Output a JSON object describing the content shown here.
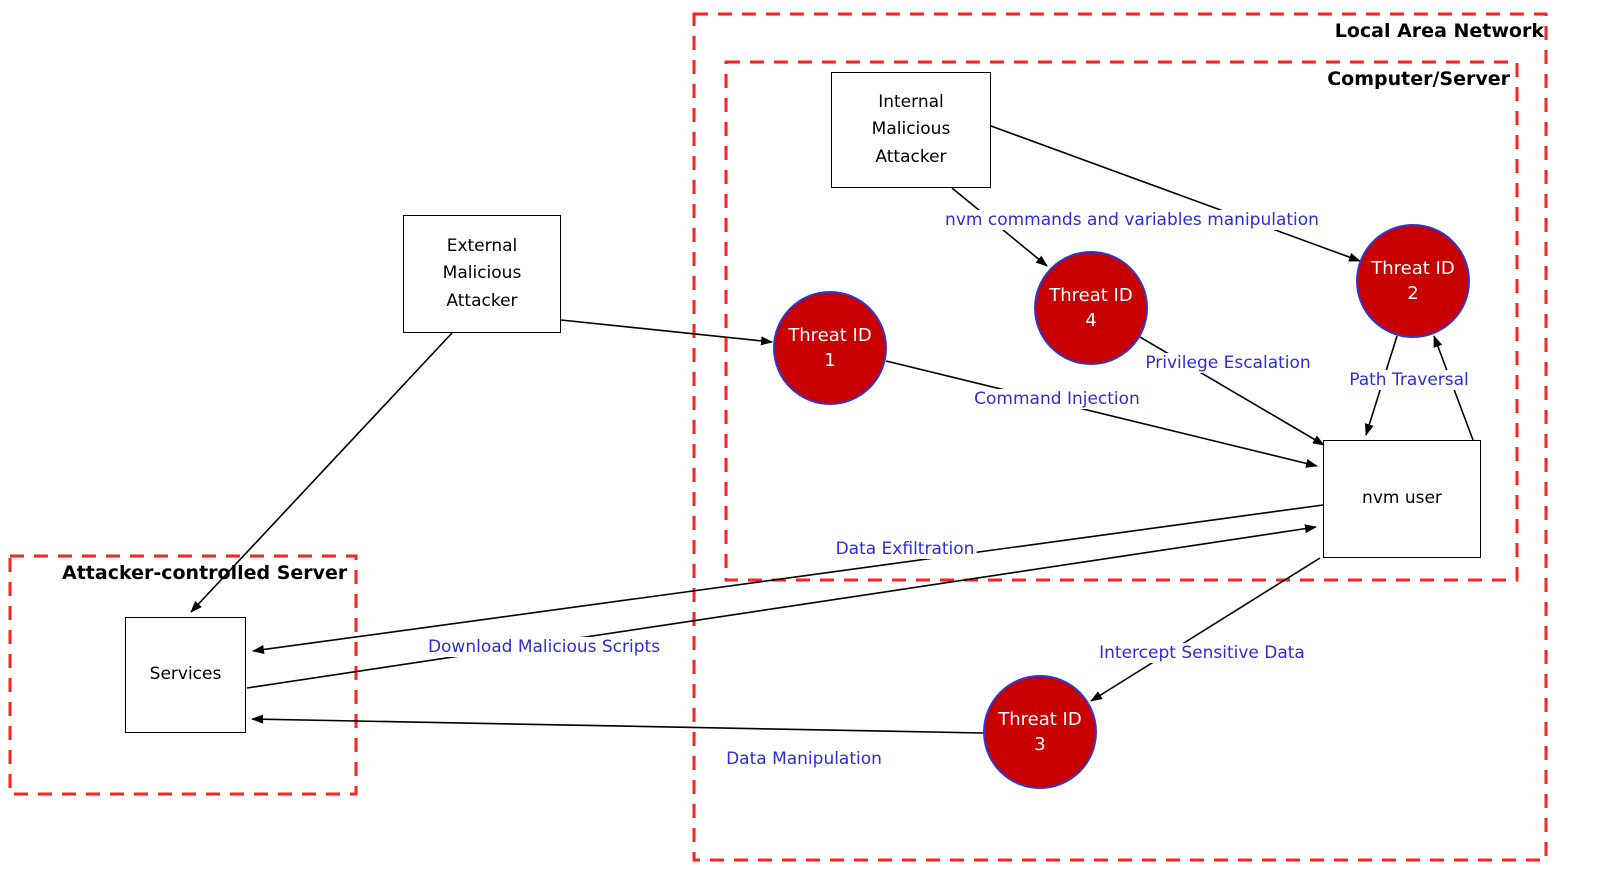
{
  "colors": {
    "boundary": "#ff2222",
    "threat_fill": "#c80000",
    "threat_stroke": "#3434d0",
    "edge_label": "#2c2cdb",
    "line": "#000000"
  },
  "boundaries": {
    "lan": {
      "label": "Local Area Network"
    },
    "computer_server": {
      "label": "Computer/Server"
    },
    "attacker_server": {
      "label": "Attacker-controlled Server"
    }
  },
  "nodes": {
    "internal_attacker": {
      "label": "Internal\nMalicious\nAttacker"
    },
    "external_attacker": {
      "label": "External\nMalicious\nAttacker"
    },
    "nvm_user": {
      "label": "nvm user"
    },
    "services": {
      "label": "Services"
    }
  },
  "threats": {
    "t1": {
      "name": "Threat ID",
      "number": "1"
    },
    "t2": {
      "name": "Threat ID",
      "number": "2"
    },
    "t3": {
      "name": "Threat ID",
      "number": "3"
    },
    "t4": {
      "name": "Threat ID",
      "number": "4"
    }
  },
  "edges": {
    "nvm_commands": {
      "label": "nvm commands and variables manipulation"
    },
    "privilege_escalation": {
      "label": "Privilege Escalation"
    },
    "path_traversal": {
      "label": "Path Traversal"
    },
    "command_injection": {
      "label": "Command Injection"
    },
    "data_exfiltration": {
      "label": "Data Exfiltration"
    },
    "download_scripts": {
      "label": "Download Malicious Scripts"
    },
    "intercept_data": {
      "label": "Intercept Sensitive Data"
    },
    "data_manipulation": {
      "label": "Data Manipulation"
    }
  }
}
